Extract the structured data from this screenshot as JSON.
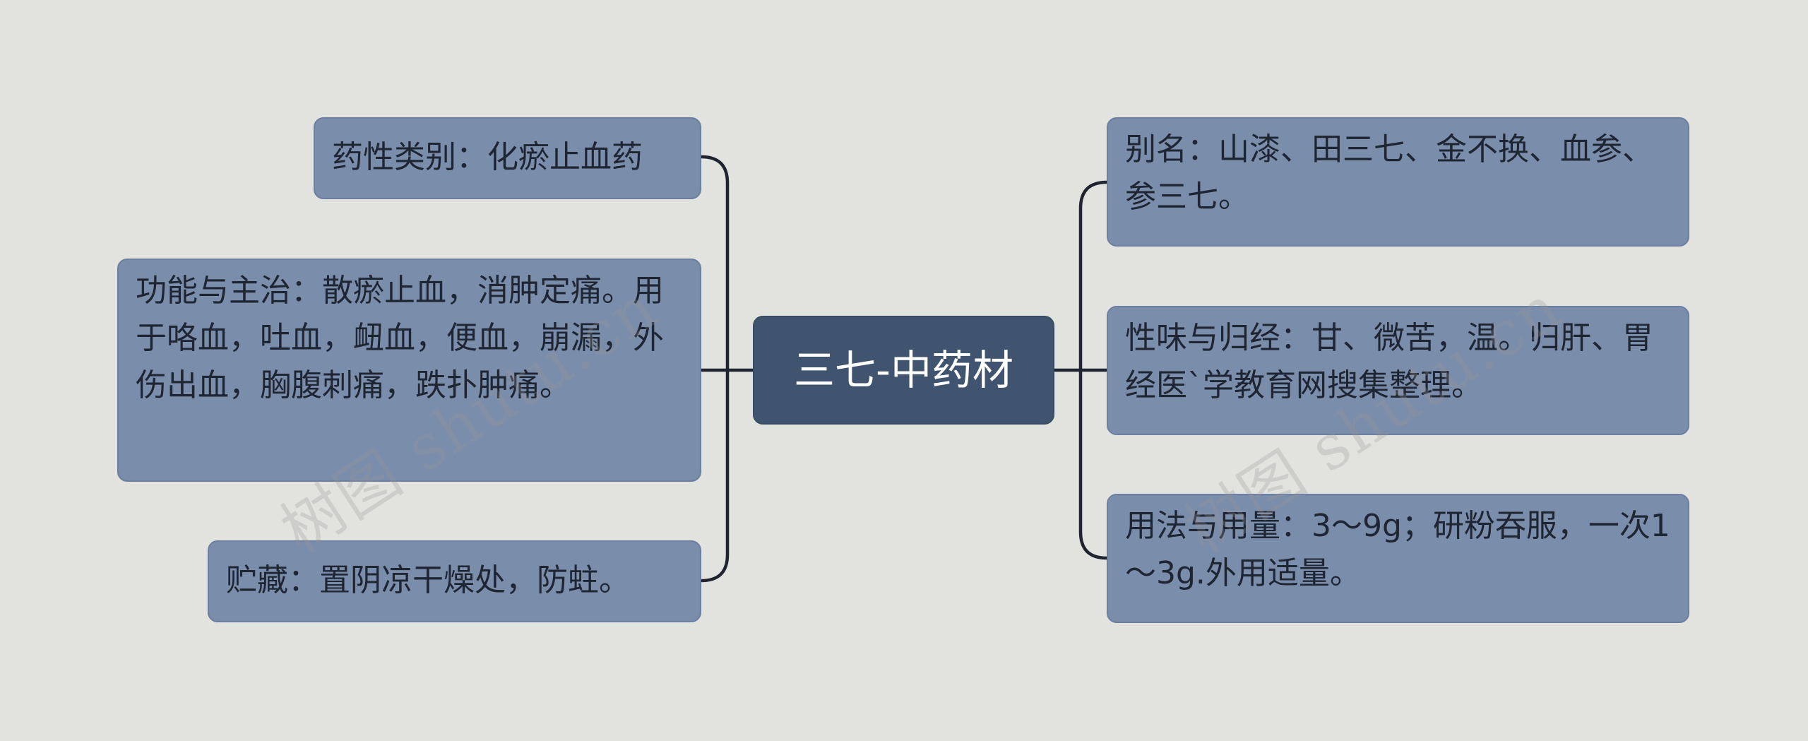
{
  "root": {
    "label": "三七-中药材"
  },
  "left_nodes": [
    {
      "label": "药性类别：化瘀止血药"
    },
    {
      "label": "功能与主治：散瘀止血，消肿定痛。用于咯血，吐血，衄血，便血，崩漏，外伤出血，胸腹刺痛，跌扑肿痛。"
    },
    {
      "label": "贮藏：置阴凉干燥处，防蛀。"
    }
  ],
  "right_nodes": [
    {
      "label": "别名：山漆、田三七、金不换、血参、参三七。"
    },
    {
      "label": "性味与归经：甘、微苦，温。归肝、胃经医`学教育网搜集整理。"
    },
    {
      "label": "用法与用量：3～9g；研粉吞服，一次1～3g.外用适量。"
    }
  ],
  "watermarks": [
    "树图 shutu.cn",
    "树图 shutu.cn"
  ],
  "colors": {
    "background": "#e2e3df",
    "root_fill": "#40546f",
    "node_fill": "#7a8daa",
    "connector": "#1f2430"
  }
}
